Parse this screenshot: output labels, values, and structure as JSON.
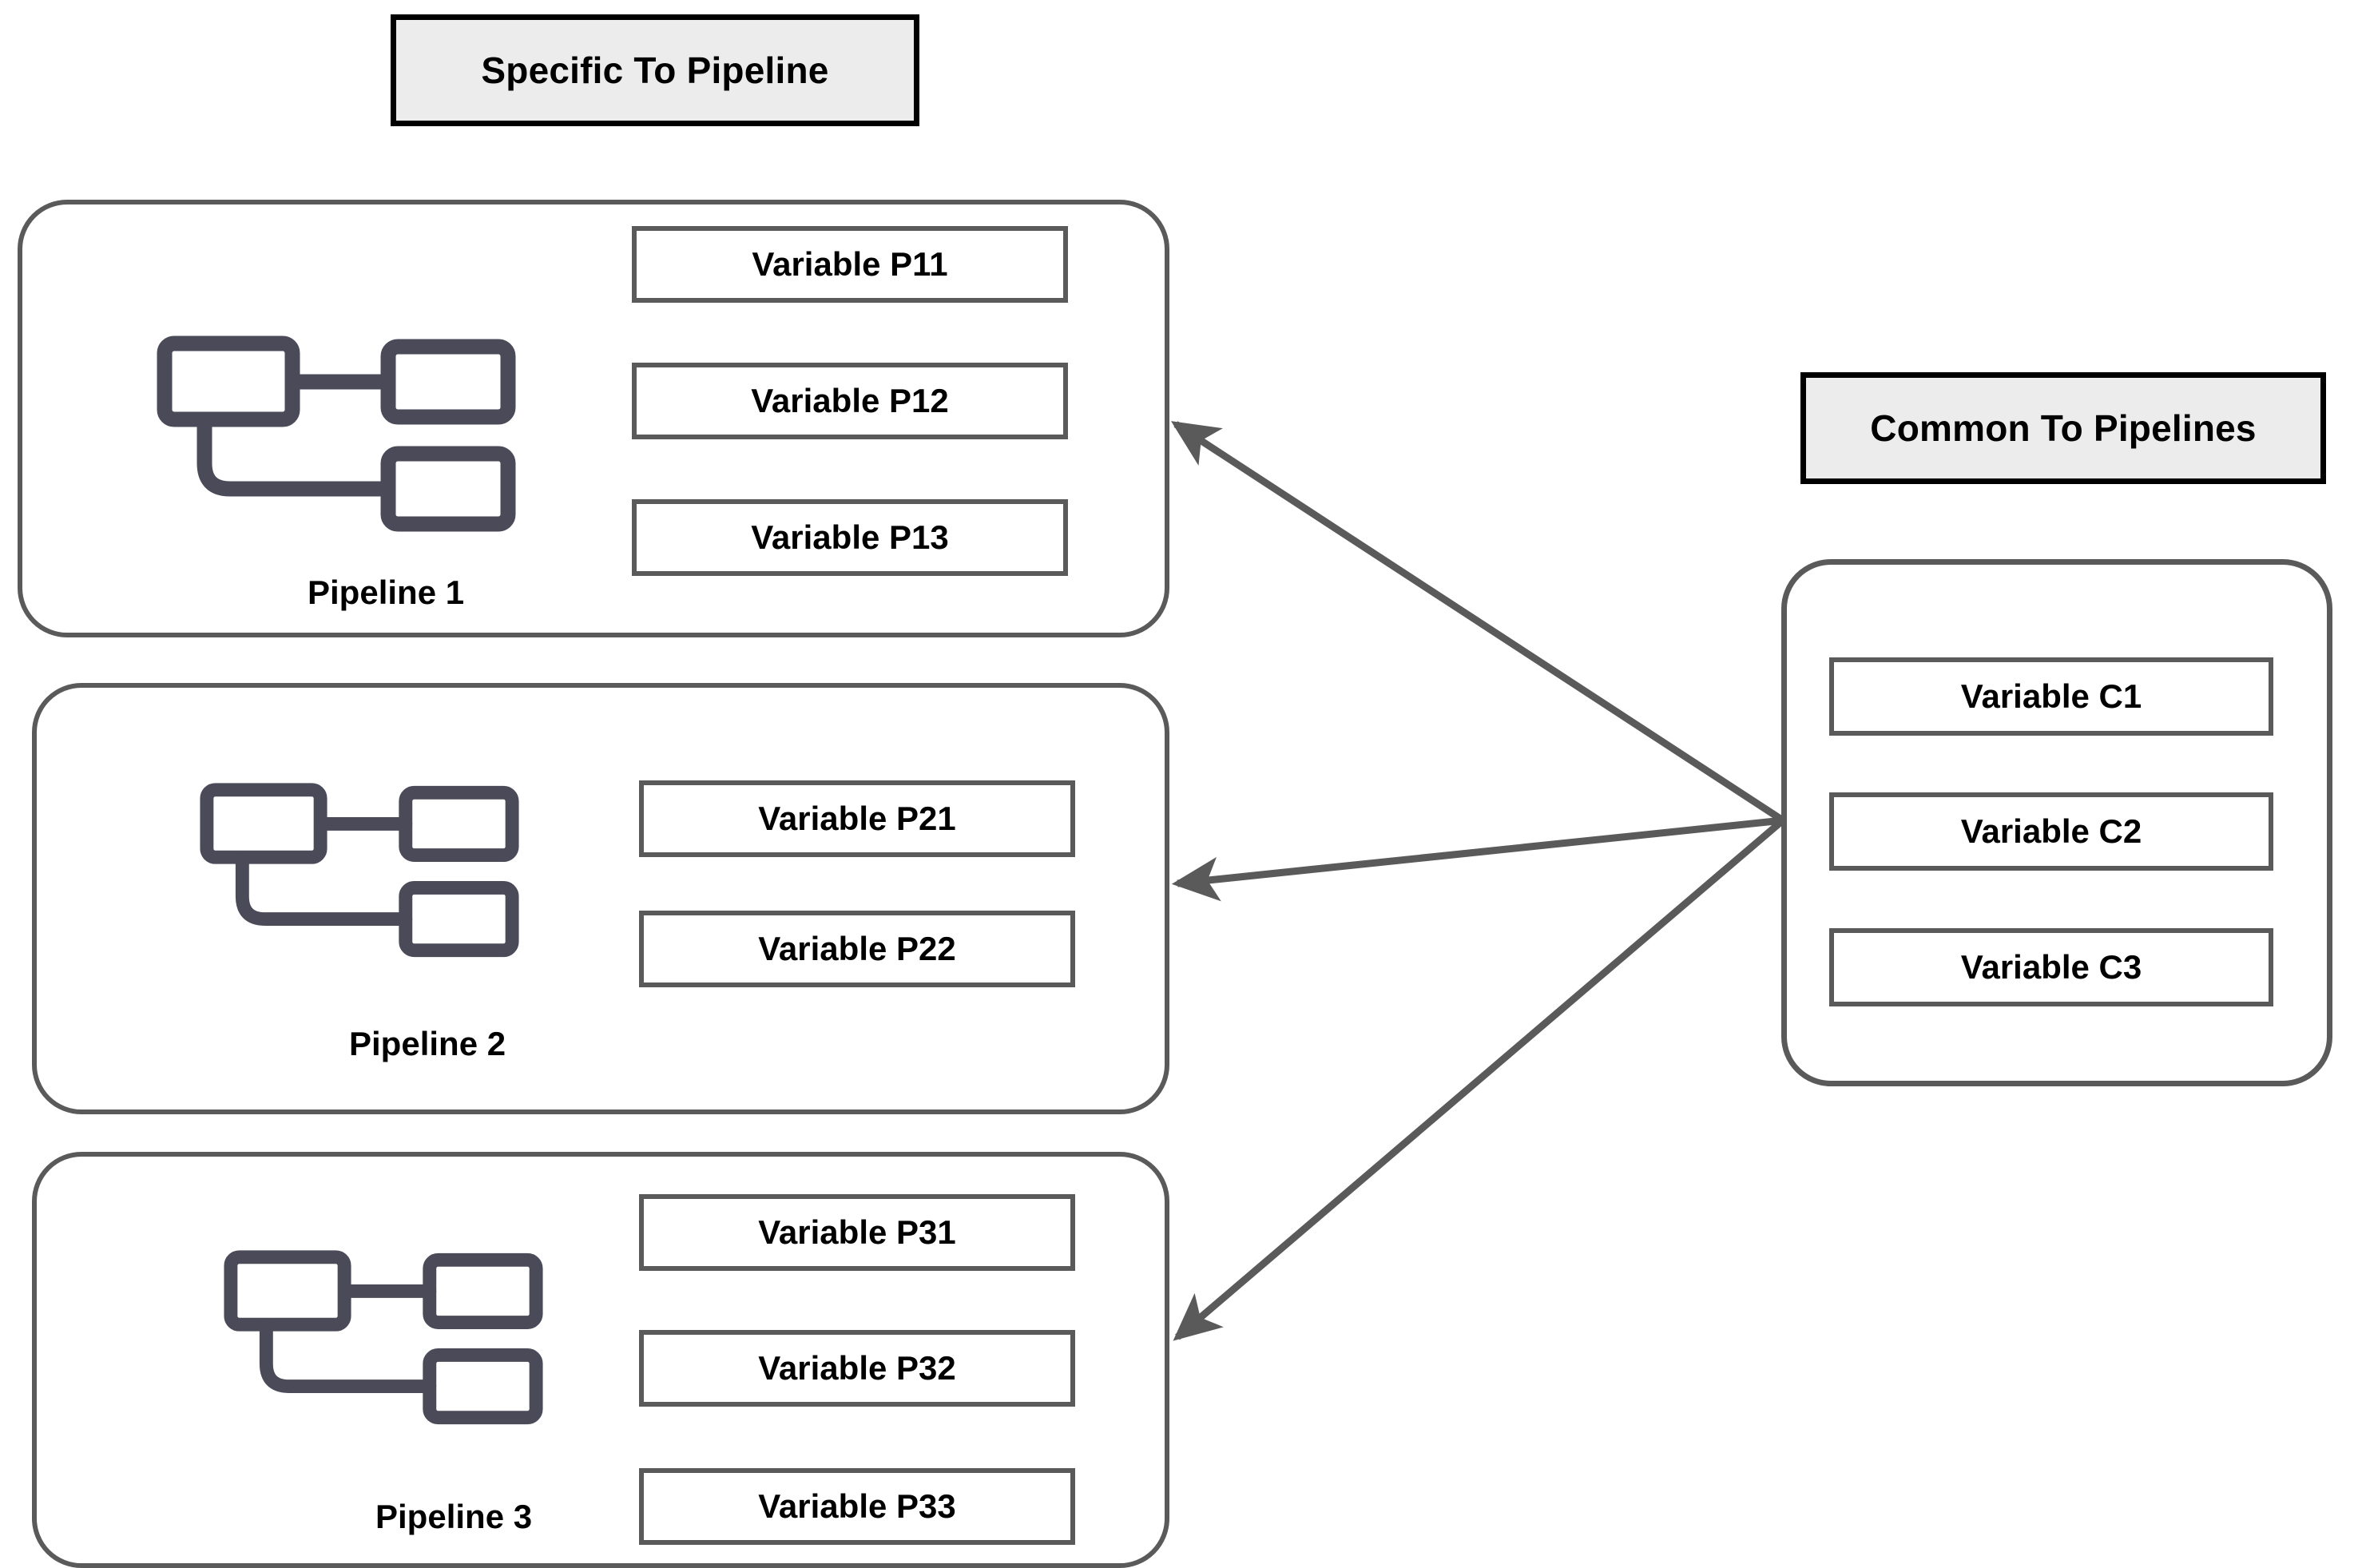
{
  "headers": {
    "specific": "Specific To Pipeline",
    "common": "Common To Pipelines"
  },
  "pipelines": [
    {
      "label": "Pipeline 1",
      "icon": "pipeline-flow-icon",
      "variables": [
        "Variable P11",
        "Variable P12",
        "Variable P13"
      ]
    },
    {
      "label": "Pipeline 2",
      "icon": "pipeline-flow-icon",
      "variables": [
        "Variable P21",
        "Variable P22"
      ]
    },
    {
      "label": "Pipeline 3",
      "icon": "pipeline-flow-icon",
      "variables": [
        "Variable P31",
        "Variable P32",
        "Variable P33"
      ]
    }
  ],
  "common_variables": [
    "Variable C1",
    "Variable C2",
    "Variable C3"
  ],
  "arrows": [
    {
      "name": "arrow-common-to-pipeline-1",
      "from": "common-panel",
      "to": "pipeline-1"
    },
    {
      "name": "arrow-common-to-pipeline-2",
      "from": "common-panel",
      "to": "pipeline-2"
    },
    {
      "name": "arrow-common-to-pipeline-3",
      "from": "common-panel",
      "to": "pipeline-3"
    }
  ],
  "colors": {
    "header_border": "#000000",
    "header_fill": "#ececec",
    "card_border": "#5a5a5a",
    "box_border": "#5a5a5a",
    "icon": "#4a4a58",
    "arrow": "#5a5a5a",
    "text": "#000000",
    "background": "#ffffff"
  }
}
